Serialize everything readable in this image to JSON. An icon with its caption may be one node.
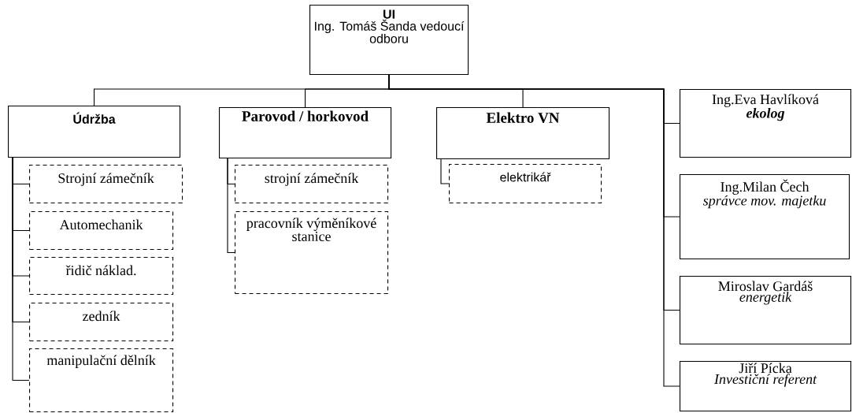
{
  "diagram": {
    "nodes": [
      {
        "text": [
          "UI",
          "Ing. Tomáš Šanda vedoucí odboru"
        ]
      },
      {
        "text": [
          "Údržba"
        ]
      },
      {
        "text": [
          "Parovod / horkovod"
        ]
      },
      {
        "text": [
          "Elektro VN"
        ]
      },
      {
        "text": [
          "Ing.Eva Havlíková",
          "ekolog"
        ]
      },
      {
        "text": [
          "Ing.Milan Čech",
          "správce mov. majetku"
        ]
      },
      {
        "text": [
          "Miroslav Gardáš",
          "energetik"
        ]
      },
      {
        "text": [
          "Jiří Pícka",
          "Investiční referent"
        ]
      },
      {
        "text": [
          "Strojní zámečník"
        ]
      },
      {
        "text": [
          "Automechanik"
        ]
      },
      {
        "text": [
          "řidič náklad."
        ]
      },
      {
        "text": [
          "zedník"
        ]
      },
      {
        "text": [
          "manipulační dělník"
        ]
      },
      {
        "text": [
          "strojní zámečník"
        ]
      },
      {
        "text": [
          "pracovník výměníkové stanice"
        ]
      },
      {
        "text": [
          "elektrikář"
        ]
      }
    ],
    "edges": [
      {
        "from": 0,
        "to": 1,
        "arrow": "none"
      },
      {
        "from": 0,
        "to": 2,
        "arrow": "none"
      },
      {
        "from": 0,
        "to": 3,
        "arrow": "none"
      },
      {
        "from": 0,
        "to": 4,
        "arrow": "none"
      },
      {
        "from": 0,
        "to": 5,
        "arrow": "none"
      },
      {
        "from": 0,
        "to": 6,
        "arrow": "none"
      },
      {
        "from": 0,
        "to": 7,
        "arrow": "none"
      },
      {
        "from": 1,
        "to": 8,
        "arrow": "none"
      },
      {
        "from": 1,
        "to": 9,
        "arrow": "none"
      },
      {
        "from": 1,
        "to": 10,
        "arrow": "none"
      },
      {
        "from": 1,
        "to": 11,
        "arrow": "none"
      },
      {
        "from": 1,
        "to": 12,
        "arrow": "none"
      },
      {
        "from": 2,
        "to": 13,
        "arrow": "none"
      },
      {
        "from": 2,
        "to": 14,
        "arrow": "none"
      },
      {
        "from": 3,
        "to": 15,
        "arrow": "none"
      }
    ]
  }
}
